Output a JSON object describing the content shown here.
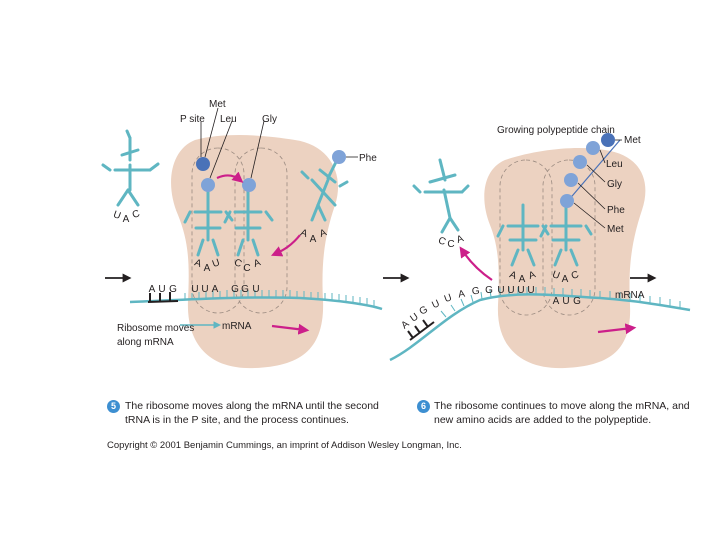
{
  "panel5": {
    "labels": {
      "p_site": "P site",
      "met": "Met",
      "leu": "Leu",
      "gly": "Gly",
      "phe": "Phe",
      "mrna": "mRNA",
      "ribosome_moves_line1": "Ribosome moves",
      "ribosome_moves_line2": "along mRNA"
    },
    "codons": {
      "aug": [
        "A",
        "U",
        "G"
      ],
      "uua": [
        "U",
        "U",
        "A"
      ],
      "ggu": [
        "G",
        "G",
        "U"
      ]
    },
    "anticodons": {
      "free_trna": [
        "U",
        "A",
        "C"
      ],
      "leu_trna": [
        "A",
        "A",
        "U"
      ],
      "gly_trna": [
        "C",
        "C",
        "A"
      ],
      "phe_trna": [
        "A",
        "A",
        "A"
      ]
    },
    "caption": {
      "number": "5",
      "line1": "The ribosome moves along the mRNA until the second",
      "line2": "tRNA is in the P site, and the process continues."
    }
  },
  "panel6": {
    "labels": {
      "growing_chain": "Growing polypeptide chain",
      "met": "Met",
      "leu": "Leu",
      "gly": "Gly",
      "phe": "Phe",
      "met2": "Met",
      "mrna": "mRNA"
    },
    "mrna_sequence": [
      "A",
      "U",
      "G",
      "U",
      "U",
      "A",
      "G",
      "G",
      "U",
      "U",
      "U",
      "U"
    ],
    "right_codon": [
      "A",
      "U",
      "G"
    ],
    "anticodons": {
      "leaving_trna": [
        "C",
        "C",
        "A"
      ],
      "trna1": [
        "A",
        "A",
        "A"
      ],
      "trna2": [
        "U",
        "A",
        "C"
      ]
    },
    "caption": {
      "number": "6",
      "line1": "The ribosome continues to move along the mRNA, and",
      "line2": "new amino acids are added to the polypeptide."
    }
  },
  "copyright": "Copyright © 2001 Benjamin Cummings, an imprint of Addison Wesley Longman, Inc.",
  "colors": {
    "ribosome": "#ecd2c1",
    "trna": "#5fb6c2",
    "amino_acid": "#7fa3d8",
    "amino_acid_dark": "#4a72b8",
    "arrow_magenta": "#cc1f8a",
    "mrna": "#5fb6c2"
  }
}
